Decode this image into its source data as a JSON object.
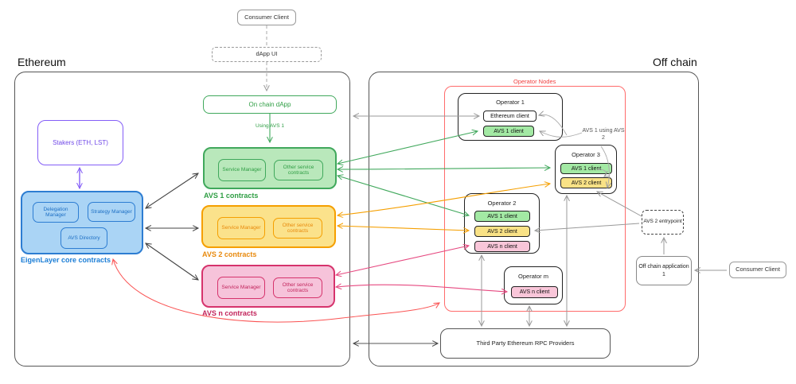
{
  "top": {
    "consumer_client": "Consumer Client",
    "dapp_ui": "dApp UI"
  },
  "ethereum": {
    "label": "Ethereum",
    "on_chain_dapp": "On chain dApp",
    "using_avs1": "Using AVS 1",
    "stakers": "Stakers (ETH, LST)",
    "core": {
      "label": "EigenLayer core contracts",
      "delegation_manager": "Delegation Manager",
      "strategy_manager": "Strategy Manager",
      "avs_directory": "AVS Directory"
    },
    "avs1": {
      "label": "AVS 1 contracts",
      "service_manager": "Service Manager",
      "other_contracts": "Other service contracts"
    },
    "avs2": {
      "label": "AVS 2 contracts",
      "service_manager": "Service Manager",
      "other_contracts": "Other service contracts"
    },
    "avsn": {
      "label": "AVS n contracts",
      "service_manager": "Service Manager",
      "other_contracts": "Other service contracts"
    }
  },
  "offchain": {
    "label": "Off chain",
    "operator_nodes_label": "Operator Nodes",
    "operator1": {
      "title": "Operator 1",
      "ethereum_client": "Ethereum client",
      "avs1_client": "AVS 1 client"
    },
    "operator2": {
      "title": "Operator 2",
      "avs1_client": "AVS 1 client",
      "avs2_client": "AVS 2 client",
      "avsn_client": "AVS n client"
    },
    "operator3": {
      "title": "Operator 3",
      "avs1_client": "AVS 1 client",
      "avs2_client": "AVS 2 client"
    },
    "operatorm": {
      "title": "Operator m",
      "avsn_client": "AVS n client"
    },
    "annotation_avs1_using_avs2": "AVS 1 using AVS 2",
    "rpc_providers": "Third Party Ethereum RPC Providers",
    "avs2_entrypoint": "AVS 2 entrypoint",
    "offchain_application": "Off chain application 1"
  },
  "external": {
    "consumer_client_right": "Consumer Client"
  },
  "colors": {
    "green": "#40a85c",
    "green_fill": "#b9e8bb",
    "orange": "#f59f00",
    "orange_fill": "#fbe28b",
    "pink": "#d6336c",
    "pink_fill": "#f6c3da",
    "blue": "#2d7dd2",
    "blue_fill": "#aad4f5",
    "purple": "#845ef7",
    "red": "#fa5252",
    "gray_arrow": "#999999",
    "client_green": "#a3e9a4",
    "client_yellow": "#f9e286",
    "client_pink": "#f9c6d9",
    "operator_nodes_border": "#ff6b6b"
  }
}
